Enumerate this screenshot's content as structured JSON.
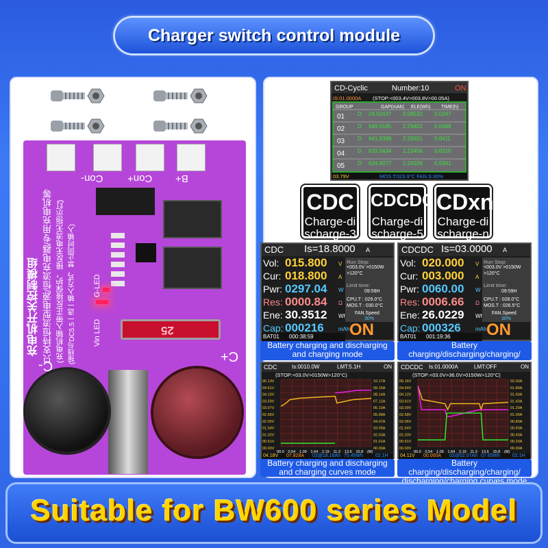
{
  "header": {
    "title": "Charger switch control module"
  },
  "footer": {
    "title": "Suitable for BW600 series Model"
  },
  "board": {
    "terminals": [
      "Con-",
      "Con+",
      "B+"
    ],
    "pcb_line1": "充电机开关控制模组",
    "pcb_line2": "只支持恒流型电源/恒流充电器/专用充电机等",
    "pcb_line3": "(充电机输入带正反接保护，接反无电流无指示灯)",
    "pcb_line4": "(接线与DC5.5一选一输入方式，禁止同时输入)",
    "g_led": "G-LED",
    "vin_led": "Vin LED",
    "c_minus": "C-",
    "c_plus": "C+",
    "fuse_label": "25"
  },
  "cyclic": {
    "title": "CD-Cyclic",
    "number": "Number:10",
    "on": "ON",
    "is": "IS:01.0000A",
    "stop": "(STOP:<003.4V>003.8V>00.05A)",
    "headers": [
      "GROUP",
      "",
      "GAP(mAh)",
      "ELE(Wh)",
      "TIME(h)"
    ],
    "rows": [
      [
        "01",
        "D",
        "24.92437",
        "0.08532",
        "0.0247"
      ],
      [
        "02",
        "D",
        "649.9185",
        "2.29402",
        "0.6488"
      ],
      [
        "03",
        "D",
        "641.8388",
        "2.26631",
        "0.6411"
      ],
      [
        "04",
        "D",
        "633.0434",
        "2.23456",
        "0.6316"
      ],
      [
        "05",
        "D",
        "634.9077",
        "2.24106",
        "0.6341"
      ]
    ],
    "footer_v": "03.79V",
    "footer_mos": "MOS.T:023.9°C FAN.S:30%"
  },
  "badges": [
    {
      "big": "CDC",
      "small": "Charge-di scharge-3"
    },
    {
      "big": "CDCDC",
      "small": "Charge-di scharge-5"
    },
    {
      "big": "CDxn",
      "small": "Charge-di scharge-n"
    }
  ],
  "screen_a": {
    "mode": "CDC",
    "is": "Is=18.8000",
    "unit_a": "A",
    "vol_label": "Vol:",
    "vol": "015.800",
    "vol_u": "V",
    "cur_label": "Cur:",
    "cur": "018.800",
    "cur_u": "A",
    "pwr_label": "Pwr:",
    "pwr": "0297.04",
    "pwr_u": "W",
    "res_label": "Res:",
    "res": "0000.84",
    "res_u": "Ω",
    "ene_label": "Ene:",
    "ene": "30.3512",
    "ene_u": "Wh",
    "cap_label": "Cap:",
    "cap": "000216",
    "cap_u": "mAh",
    "run_stop": "Run Stop:",
    "stop1": "<003.0V >0150W",
    "stop2": ">120°C",
    "limit": "Limit time:",
    "limit_v": "09:59H",
    "cpu": "CPU.T : 029.0°C",
    "mos": "MOS.T : 030.0°C",
    "fan": "FAN.Speed",
    "fan_v": "30%",
    "on": "ON",
    "bat": "BAT01",
    "time": "000:38:59",
    "caption": "Battery charging and discharging and charging mode"
  },
  "screen_b": {
    "mode": "CDCDC",
    "is": "Is=03.0000",
    "unit_a": "A",
    "vol_label": "Vol:",
    "vol": "020.000",
    "vol_u": "V",
    "cur_label": "Cur:",
    "cur": "003.000",
    "cur_u": "A",
    "pwr_label": "Pwr:",
    "pwr": "0060.00",
    "pwr_u": "W",
    "res_label": "Res:",
    "res": "0006.66",
    "res_u": "Ω",
    "ene_label": "Ene:",
    "ene": "26.0229",
    "ene_u": "Wh",
    "cap_label": "Cap:",
    "cap": "000326",
    "cap_u": "mAh",
    "run_stop": "Run Stop:",
    "stop1": "<003.0V >0150W",
    "stop2": ">120°C",
    "limit": "Limit time:",
    "limit_v": "09:59H",
    "cpu": "CPU.T : 028.0°C",
    "mos": "MOS.T : 026.5°C",
    "fan": "FAN.Speed",
    "fan_v": "30%",
    "on": "ON",
    "bat": "BAT01",
    "time": "001:19:36",
    "caption": "Battery charging/discharging/charging/ discharging/charging mode"
  },
  "curve_a": {
    "mode": "CDC",
    "is": "Is:0010.0W",
    "lmt": "LMT:5.1H",
    "on": "ON",
    "stop": "(STOP:<03.0V>0150W>120°C)",
    "left_ticks": [
      "05.13V",
      "04.61V",
      "04.10V",
      "03.59V",
      "03.07V",
      "02.56V",
      "02.05V",
      "01.54V",
      "01.02V",
      "00.51V",
      "00.00V"
    ],
    "right_ticks": [
      "10.17A",
      "09.15A",
      "08.14A",
      "07.12A",
      "06.10A",
      "05.08A",
      "04.07A",
      "03.05A",
      "02.03A",
      "01.01A",
      "00.00A"
    ],
    "x_ticks": [
      "00.0",
      "0.54",
      "1.09",
      "1.64",
      "2.19",
      "11.3",
      "13.6",
      "15.8",
      "(M)"
    ],
    "status": [
      "04.18V",
      "07.828A",
      "02@18.16Ah",
      "75.45Wh",
      "02.1H"
    ],
    "caption": "Battery charging and discharging and charging curves mode"
  },
  "curve_b": {
    "mode": "CDCDC",
    "is": "Is:01.0000A",
    "lmt": "LMT:OFF",
    "on": "ON",
    "stop": "(STOP:<03.0V>36.0V>0150W>120°C)",
    "left_ticks": [
      "05.16V",
      "04.64V",
      "04.12V",
      "03.61V",
      "03.09V",
      "02.58V",
      "02.06V",
      "01.54V",
      "01.03V",
      "00.51V",
      "00.00V"
    ],
    "right_ticks": [
      "02.00A",
      "01.80A",
      "01.60A",
      "01.40A",
      "01.20A",
      "01.00A",
      "00.80A",
      "00.60A",
      "00.40A",
      "00.20A",
      "00.00A"
    ],
    "x_ticks": [
      "00.0",
      "0.54",
      "1.09",
      "1.64",
      "2.19",
      "11.3",
      "13.6",
      "15.8",
      "(M)"
    ],
    "status": [
      "04.11V",
      "00.000A",
      "02@02.07Ah",
      "07.65Wh",
      "02.1H"
    ],
    "caption": "Battery charging/discharging/charging/ discharging/charging curves mode"
  }
}
